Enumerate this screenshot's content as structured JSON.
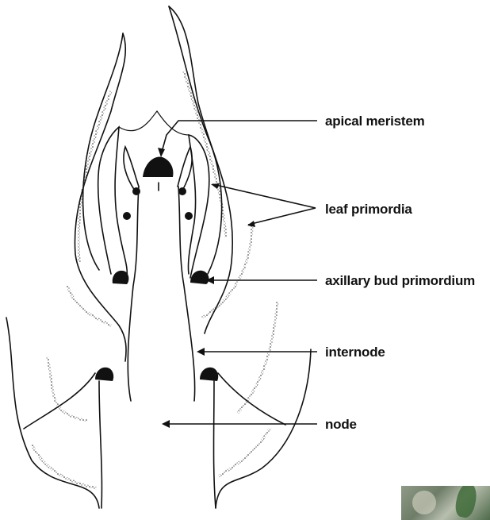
{
  "labels": {
    "apical_meristem": "apical meristem",
    "leaf_primordia": "leaf primordia",
    "axillary_bud_primordium": "axillary bud primordium",
    "internode": "internode",
    "node": "node"
  },
  "colors": {
    "ink": "#111111",
    "background": "#ffffff",
    "photo_green": "#3f6b3a"
  }
}
